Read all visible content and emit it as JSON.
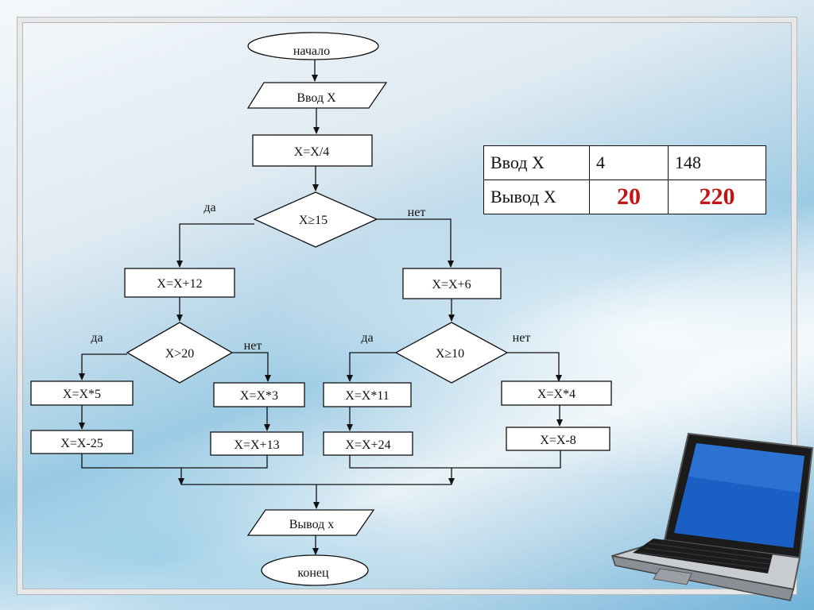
{
  "flowchart": {
    "start": "начало",
    "input": "Ввод X",
    "div4": "X=X/4",
    "cond1": "X≥15",
    "yes1": "да",
    "no1": "нет",
    "left_add": "X=X+12",
    "right_add": "X=X+6",
    "cond2": "X>20",
    "yes2": "да",
    "no2": "нет",
    "cond3": "X≥10",
    "yes3": "да",
    "no3": "нет",
    "mul5": "X=X*5",
    "mul3": "X=X*3",
    "mul11": "X=X*11",
    "mul4": "X=X*4",
    "sub25": "X=X-25",
    "add13": "X=X+13",
    "add24": "X=X+24",
    "sub8": "X=X-8",
    "output": "Вывод x",
    "end": "конец"
  },
  "table": {
    "row1": {
      "label": "Ввод  X",
      "v1": "4",
      "v2": "148"
    },
    "row2": {
      "label": "Вывод  X",
      "v1": "20",
      "v2": "220"
    }
  },
  "colors": {
    "answer": "#c41414",
    "laptop_screen": "#1a5fc4"
  }
}
